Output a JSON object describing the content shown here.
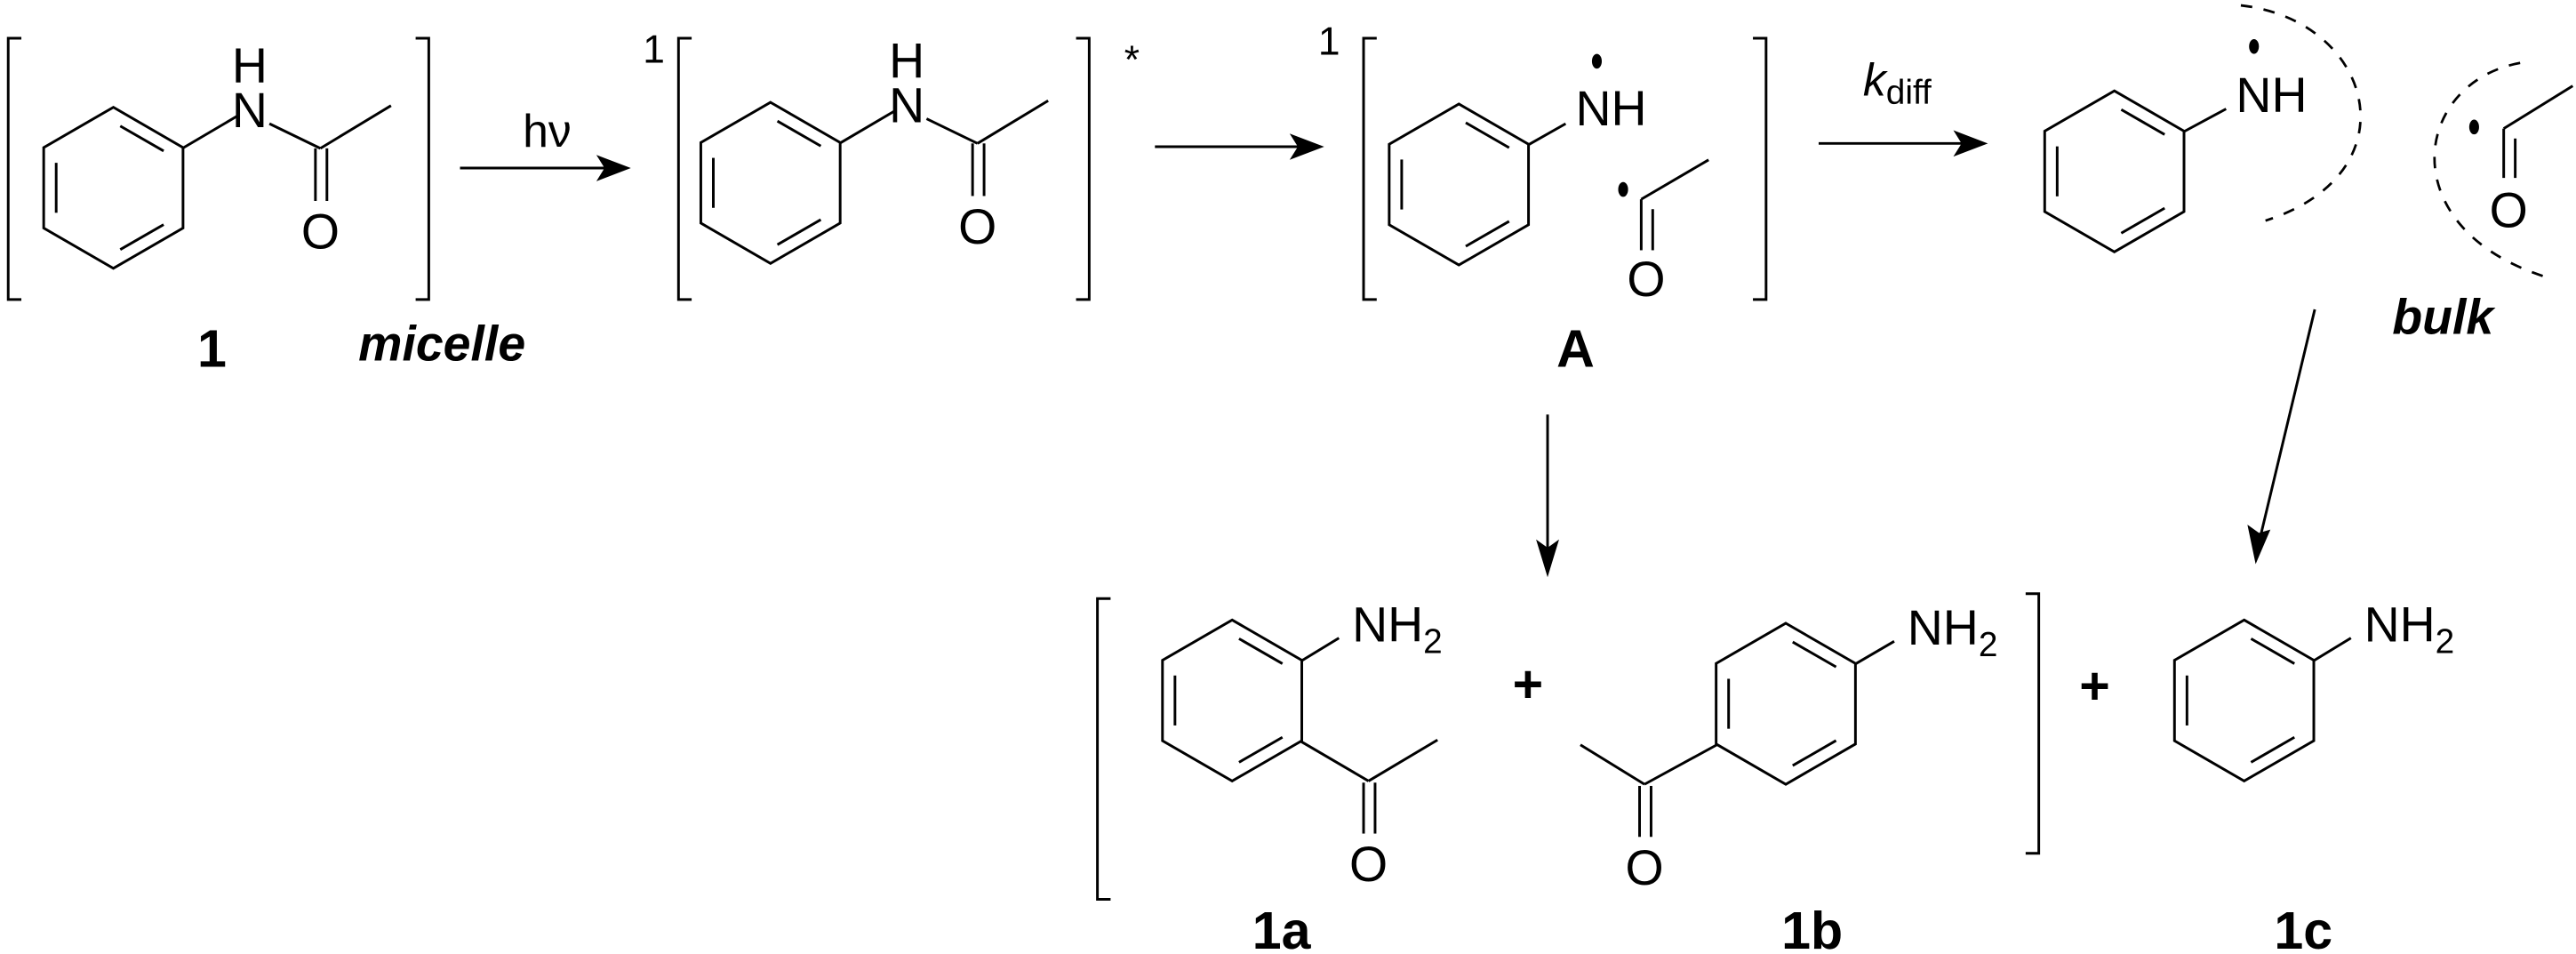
{
  "scheme": {
    "compounds": {
      "c1": {
        "label": "1",
        "medium": "micelle"
      },
      "c1_excited": {
        "multiplicity": "1",
        "excited_mark": "*"
      },
      "cA": {
        "label": "A",
        "multiplicity": "1"
      },
      "radicals": {
        "medium": "bulk"
      },
      "c1a": {
        "label": "1a"
      },
      "c1b": {
        "label": "1b"
      },
      "c1c": {
        "label": "1c"
      }
    },
    "arrows": {
      "excitation": {
        "label": "hν"
      },
      "cleavage": {
        "label": ""
      },
      "diffusion": {
        "label_k": "k",
        "label_sub": "diff"
      },
      "recombination": {
        "label": ""
      },
      "escape": {
        "label": ""
      }
    },
    "atoms": {
      "N": "N",
      "H": "H",
      "O": "O",
      "NH": "NH",
      "NH2_main": "NH",
      "NH2_sub": "2"
    },
    "plus": "+",
    "colors": {
      "ink": "#000000",
      "background": "#ffffff"
    }
  }
}
